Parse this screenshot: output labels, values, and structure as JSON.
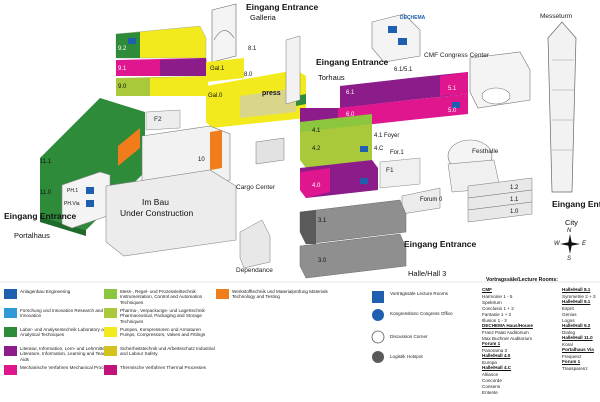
{
  "entrances": {
    "galleria": {
      "title": "Eingang Entrance",
      "sub": "Galleria"
    },
    "torhaus": {
      "title": "Eingang Entrance",
      "sub": "Torhaus"
    },
    "portalhaus": {
      "title": "Eingang Entrance",
      "sub": "Portalhaus"
    },
    "halle3": {
      "title": "Eingang Entrance",
      "sub": "Halle/Hall 3"
    },
    "city": {
      "title": "Eingang Entrance",
      "sub": "City"
    }
  },
  "halls": {
    "h9_2": "9.2",
    "h9_1": "9.1",
    "h9_0": "9.0",
    "h8_1": "8.1",
    "gal1": "Gal.1",
    "h8_0": "8.0",
    "gal0": "Gal.0",
    "press": "press",
    "f2": "F2",
    "h11_1": "11.1",
    "h11_0": "11.0",
    "ph1": "PH.1",
    "phvia": "PH.Via",
    "h10": "10",
    "h6_1_5_1": "6.1/5.1",
    "h6_1": "6.1",
    "h5_1": "5.1",
    "h6_0": "6.0",
    "h5_0": "5.0",
    "foyer": "4.1 Foyer",
    "h4_1": "4.1",
    "h4c": "4.C",
    "h4_2": "4.2",
    "h4_0": "4.0",
    "f1": "F1",
    "for1": "For.1",
    "forum0": "Forum 0",
    "h3_1": "3.1",
    "h3_0": "3.0",
    "h1_2": "1.2",
    "h1_1": "1.1",
    "h1_0": "1.0"
  },
  "places": {
    "dechema": "DECHEMA",
    "cmf": "CMF Congress Center",
    "messeturm": "Messeturm",
    "festhalle": "Festhalle",
    "cargo": "Cargo Center",
    "imbau1": "Im Bau",
    "imbau2": "Under Construction",
    "dependance": "Dependance"
  },
  "compass": {
    "n": "N",
    "s": "S",
    "e": "E",
    "w": "W"
  },
  "colors": {
    "yellow": "#f2ea1c",
    "purple": "#8b1c8a",
    "magenta": "#e0168f",
    "green": "#2e8b3a",
    "lime": "#a9c93a",
    "blue": "#1f5fb0",
    "orange": "#f07c1c",
    "grey": "#b5b5b5"
  },
  "legend": [
    {
      "color": "#1f5fb0",
      "icon": "crane-icon",
      "text": "Anlagenbau Engineering"
    },
    {
      "color": "#2e9bd6",
      "icon": "bulb-icon",
      "text": "Forschung und Innovation Research and Innovation"
    },
    {
      "color": "#2e8b3a",
      "icon": "flask-icon",
      "text": "Labor- und Analysentechnik Laboratory and Analytical Techniques"
    },
    {
      "color": "#8b1c8a",
      "icon": "book-icon",
      "text": "Literatur, Information, Lern- und Lehrmittel Literature, Information, Learning and Teaching Aids"
    },
    {
      "color": "#e0168f",
      "icon": "gear-icon",
      "text": "Mechanische Verfahren Mechanical Processes"
    },
    {
      "color": "#8cc63f",
      "icon": "gauge-icon",
      "text": "Mess-, Regel- und Prozessleittechnik Instrumentation, Control and Automation Techniques"
    },
    {
      "color": "#a9c93a",
      "icon": "box-icon",
      "text": "Pharma-, Verpackungs- und Lagertechnik Pharmaceutical, Packaging and Storage Techniques"
    },
    {
      "color": "#f2ea1c",
      "icon": "pump-icon",
      "text": "Pumpen, Kompressoren und Armaturen Pumps, Compressors, Valves and Fittings"
    },
    {
      "color": "#d6c21c",
      "icon": "helmet-icon",
      "text": "Sicherheitstechnik und Arbeitsschutz Industrial and Labour Safety"
    },
    {
      "color": "#c0147a",
      "icon": "flame-icon",
      "text": "Thermische Verfahren Thermal Processes"
    },
    {
      "color": "#f07c1c",
      "icon": "material-icon",
      "text": "Werkstofftechnik und Materialprüfung Materials Technology and Testing"
    }
  ],
  "symbols": [
    {
      "shape": "square",
      "text": "Vorträgssäle Lecture Rooms"
    },
    {
      "shape": "circle",
      "text": "Kongressbüro Congress Office"
    },
    {
      "shape": "chat",
      "text": "Discussion Corner"
    },
    {
      "shape": "grey",
      "text": "Logistik Hotspot"
    }
  ],
  "lecture": {
    "title": "Vortragssäle/Lecture Rooms:",
    "col1": [
      {
        "head": "CMF",
        "lines": [
          "Harmonie 1 - 5",
          "Spektrum",
          "Conclusio 1 + 2",
          "Fantasie 1 + 2",
          "Illusion 1 - 3"
        ]
      },
      {
        "head": "DECHEMA Haus/House",
        "lines": [
          "Franz Patat Auditorium",
          "Max Buchner Auditorium"
        ]
      },
      {
        "head": "Forum 1",
        "lines": [
          "Panorama 3"
        ]
      },
      {
        "head": "Halle/Hall 4.0",
        "lines": [
          "Europa"
        ]
      },
      {
        "head": "Halle/Hall 4.C",
        "lines": [
          "Alliance",
          "Concorde",
          "Consens",
          "Entente"
        ]
      }
    ],
    "col2": [
      {
        "head": "Halle/Hall 8.1",
        "lines": [
          "Symmetrie 2 + 3"
        ]
      },
      {
        "head": "Halle/Hall 9.1",
        "lines": [
          "Esprit",
          "Genius",
          "Logos"
        ]
      },
      {
        "head": "Halle/Hall 9.2",
        "lines": [
          "Dialog"
        ]
      },
      {
        "head": "Halle/Hall 11.0",
        "lines": [
          "Koral"
        ]
      },
      {
        "head": "Portalhaus Via",
        "lines": [
          "Frequenz"
        ]
      },
      {
        "head": "Forum 1",
        "lines": [
          "Transparenz"
        ]
      }
    ]
  }
}
